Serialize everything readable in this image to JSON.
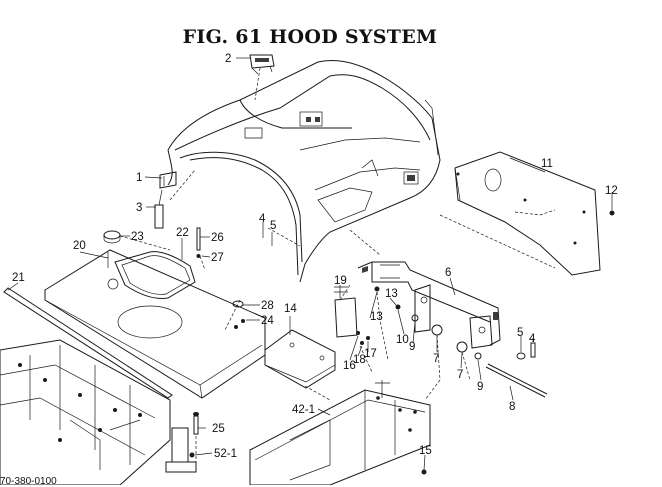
{
  "figure": {
    "title": "FIG. 61  HOOD SYSTEM",
    "drawing_code": "70-380-0100"
  },
  "callouts": [
    {
      "id": "c2",
      "text": "2"
    },
    {
      "id": "c1",
      "text": "1"
    },
    {
      "id": "c3",
      "text": "3"
    },
    {
      "id": "c11",
      "text": "11"
    },
    {
      "id": "c12",
      "text": "12"
    },
    {
      "id": "c4a",
      "text": "4"
    },
    {
      "id": "c5a",
      "text": "5"
    },
    {
      "id": "c23",
      "text": "23"
    },
    {
      "id": "c22",
      "text": "22"
    },
    {
      "id": "c26",
      "text": "26"
    },
    {
      "id": "c27",
      "text": "27"
    },
    {
      "id": "c20",
      "text": "20"
    },
    {
      "id": "c21",
      "text": "21"
    },
    {
      "id": "c28",
      "text": "28"
    },
    {
      "id": "c24",
      "text": "24"
    },
    {
      "id": "c14",
      "text": "14"
    },
    {
      "id": "c19",
      "text": "19"
    },
    {
      "id": "c6",
      "text": "6"
    },
    {
      "id": "c13a",
      "text": "13"
    },
    {
      "id": "c13b",
      "text": "13"
    },
    {
      "id": "c10",
      "text": "10"
    },
    {
      "id": "c9a",
      "text": "9"
    },
    {
      "id": "c16",
      "text": "16"
    },
    {
      "id": "c18",
      "text": "18"
    },
    {
      "id": "c17",
      "text": "17"
    },
    {
      "id": "c7a",
      "text": "7"
    },
    {
      "id": "c7b",
      "text": "7"
    },
    {
      "id": "c9b",
      "text": "9"
    },
    {
      "id": "c5b",
      "text": "5"
    },
    {
      "id": "c4b",
      "text": "4"
    },
    {
      "id": "c8",
      "text": "8"
    },
    {
      "id": "c25",
      "text": "25"
    },
    {
      "id": "c52",
      "text": "52-1"
    },
    {
      "id": "c42",
      "text": "42-1"
    },
    {
      "id": "c15",
      "text": "15"
    }
  ]
}
